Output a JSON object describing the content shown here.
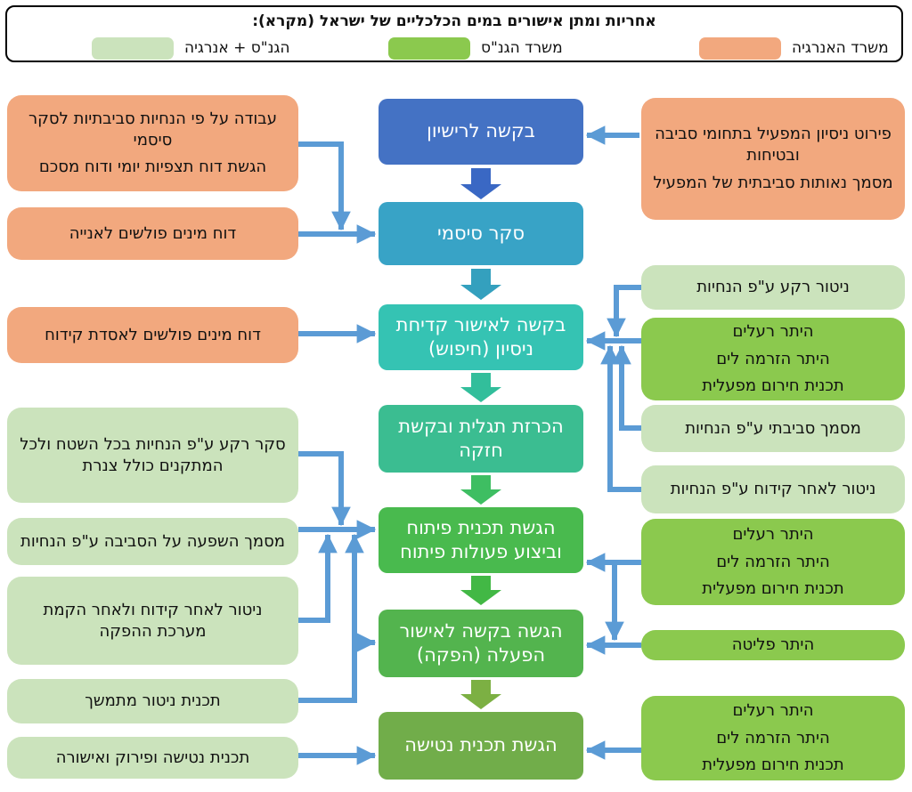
{
  "legend": {
    "title": "אחריות ומתן אישורים במים הכלכליים של ישראל (מקרא):",
    "items": [
      {
        "label": "משרד האנרגיה",
        "color": "#F2A87E"
      },
      {
        "label": "משרד הגנ\"ס",
        "color": "#8BC94E"
      },
      {
        "label": "הגנ\"ס + אנרגיה",
        "color": "#CBE3BC"
      }
    ]
  },
  "flow": {
    "steps": [
      {
        "label": "בקשה לרישיון",
        "color": "#4472C4"
      },
      {
        "label": "סקר סיסמי",
        "color": "#38A3C6"
      },
      {
        "label": "בקשה לאישור קדיחת ניסיון (חיפוש)",
        "color": "#35C3B3"
      },
      {
        "label": "הכרזת תגלית ובקשת חזקה",
        "color": "#3BBD91"
      },
      {
        "label": "הגשת תכנית פיתוח וביצוע פעולות פיתוח",
        "color": "#49BA4E"
      },
      {
        "label": "הגשה בקשה לאישור הפעלה (הפקה)",
        "color": "#53B44E"
      },
      {
        "label": "הגשת תכנית נטישה",
        "color": "#71AD4A"
      }
    ]
  },
  "left": {
    "boxes": [
      {
        "type": "energy",
        "lines": [
          "עבודה על פי הנחיות סביבתיות לסקר סיסמי",
          "הגשת דוח תצפיות יומי ודוח מסכם"
        ]
      },
      {
        "type": "energy",
        "lines": [
          "דוח מינים פולשים לאנייה"
        ]
      },
      {
        "type": "energy",
        "lines": [
          "דוח מינים פולשים לאסדת קידוח"
        ]
      },
      {
        "type": "both",
        "lines": [
          "סקר רקע ע\"פ הנחיות בכל השטח ולכל המתקנים כולל צנרת"
        ]
      },
      {
        "type": "both",
        "lines": [
          "מסמך השפעה על הסביבה ע\"פ הנחיות"
        ]
      },
      {
        "type": "both",
        "lines": [
          "ניטור לאחר קידוח ולאחר הקמת מערכת ההפקה"
        ]
      },
      {
        "type": "both",
        "lines": [
          "תכנית ניטור מתמשך"
        ]
      },
      {
        "type": "both",
        "lines": [
          "תכנית נטישה ופירוק ואישורה"
        ]
      }
    ]
  },
  "right": {
    "boxes": [
      {
        "type": "energy",
        "lines": [
          "פירוט ניסיון המפעיל בתחומי סביבה ובטיחות",
          "מסמך נאותות סביבתית של המפעיל"
        ]
      },
      {
        "type": "both",
        "lines": [
          "ניטור רקע ע\"פ הנחיות"
        ]
      },
      {
        "type": "moep",
        "lines": [
          "היתר רעלים",
          "היתר הזרמה לים",
          "תכנית חירום מפעלית"
        ]
      },
      {
        "type": "both",
        "lines": [
          "מסמך סביבתי ע\"פ הנחיות"
        ]
      },
      {
        "type": "both",
        "lines": [
          "ניטור לאחר קידוח ע\"פ הנחיות"
        ]
      },
      {
        "type": "moep",
        "lines": [
          "היתר רעלים",
          "היתר הזרמה לים",
          "תכנית חירום מפעלית"
        ]
      },
      {
        "type": "moep",
        "lines": [
          "היתר פליטה"
        ]
      },
      {
        "type": "moep",
        "lines": [
          "היתר רעלים",
          "היתר הזרמה לים",
          "תכנית חירום מפעלית"
        ]
      }
    ]
  },
  "colors": {
    "connector": "#5B9BD5",
    "energy": "#F2A87E",
    "moep": "#8BC94E",
    "both": "#CBE3BC",
    "flow_arrows": [
      "#3A68C4",
      "#34A0BE",
      "#32BE9B",
      "#3EBE62",
      "#42B845",
      "#7CB043"
    ]
  }
}
